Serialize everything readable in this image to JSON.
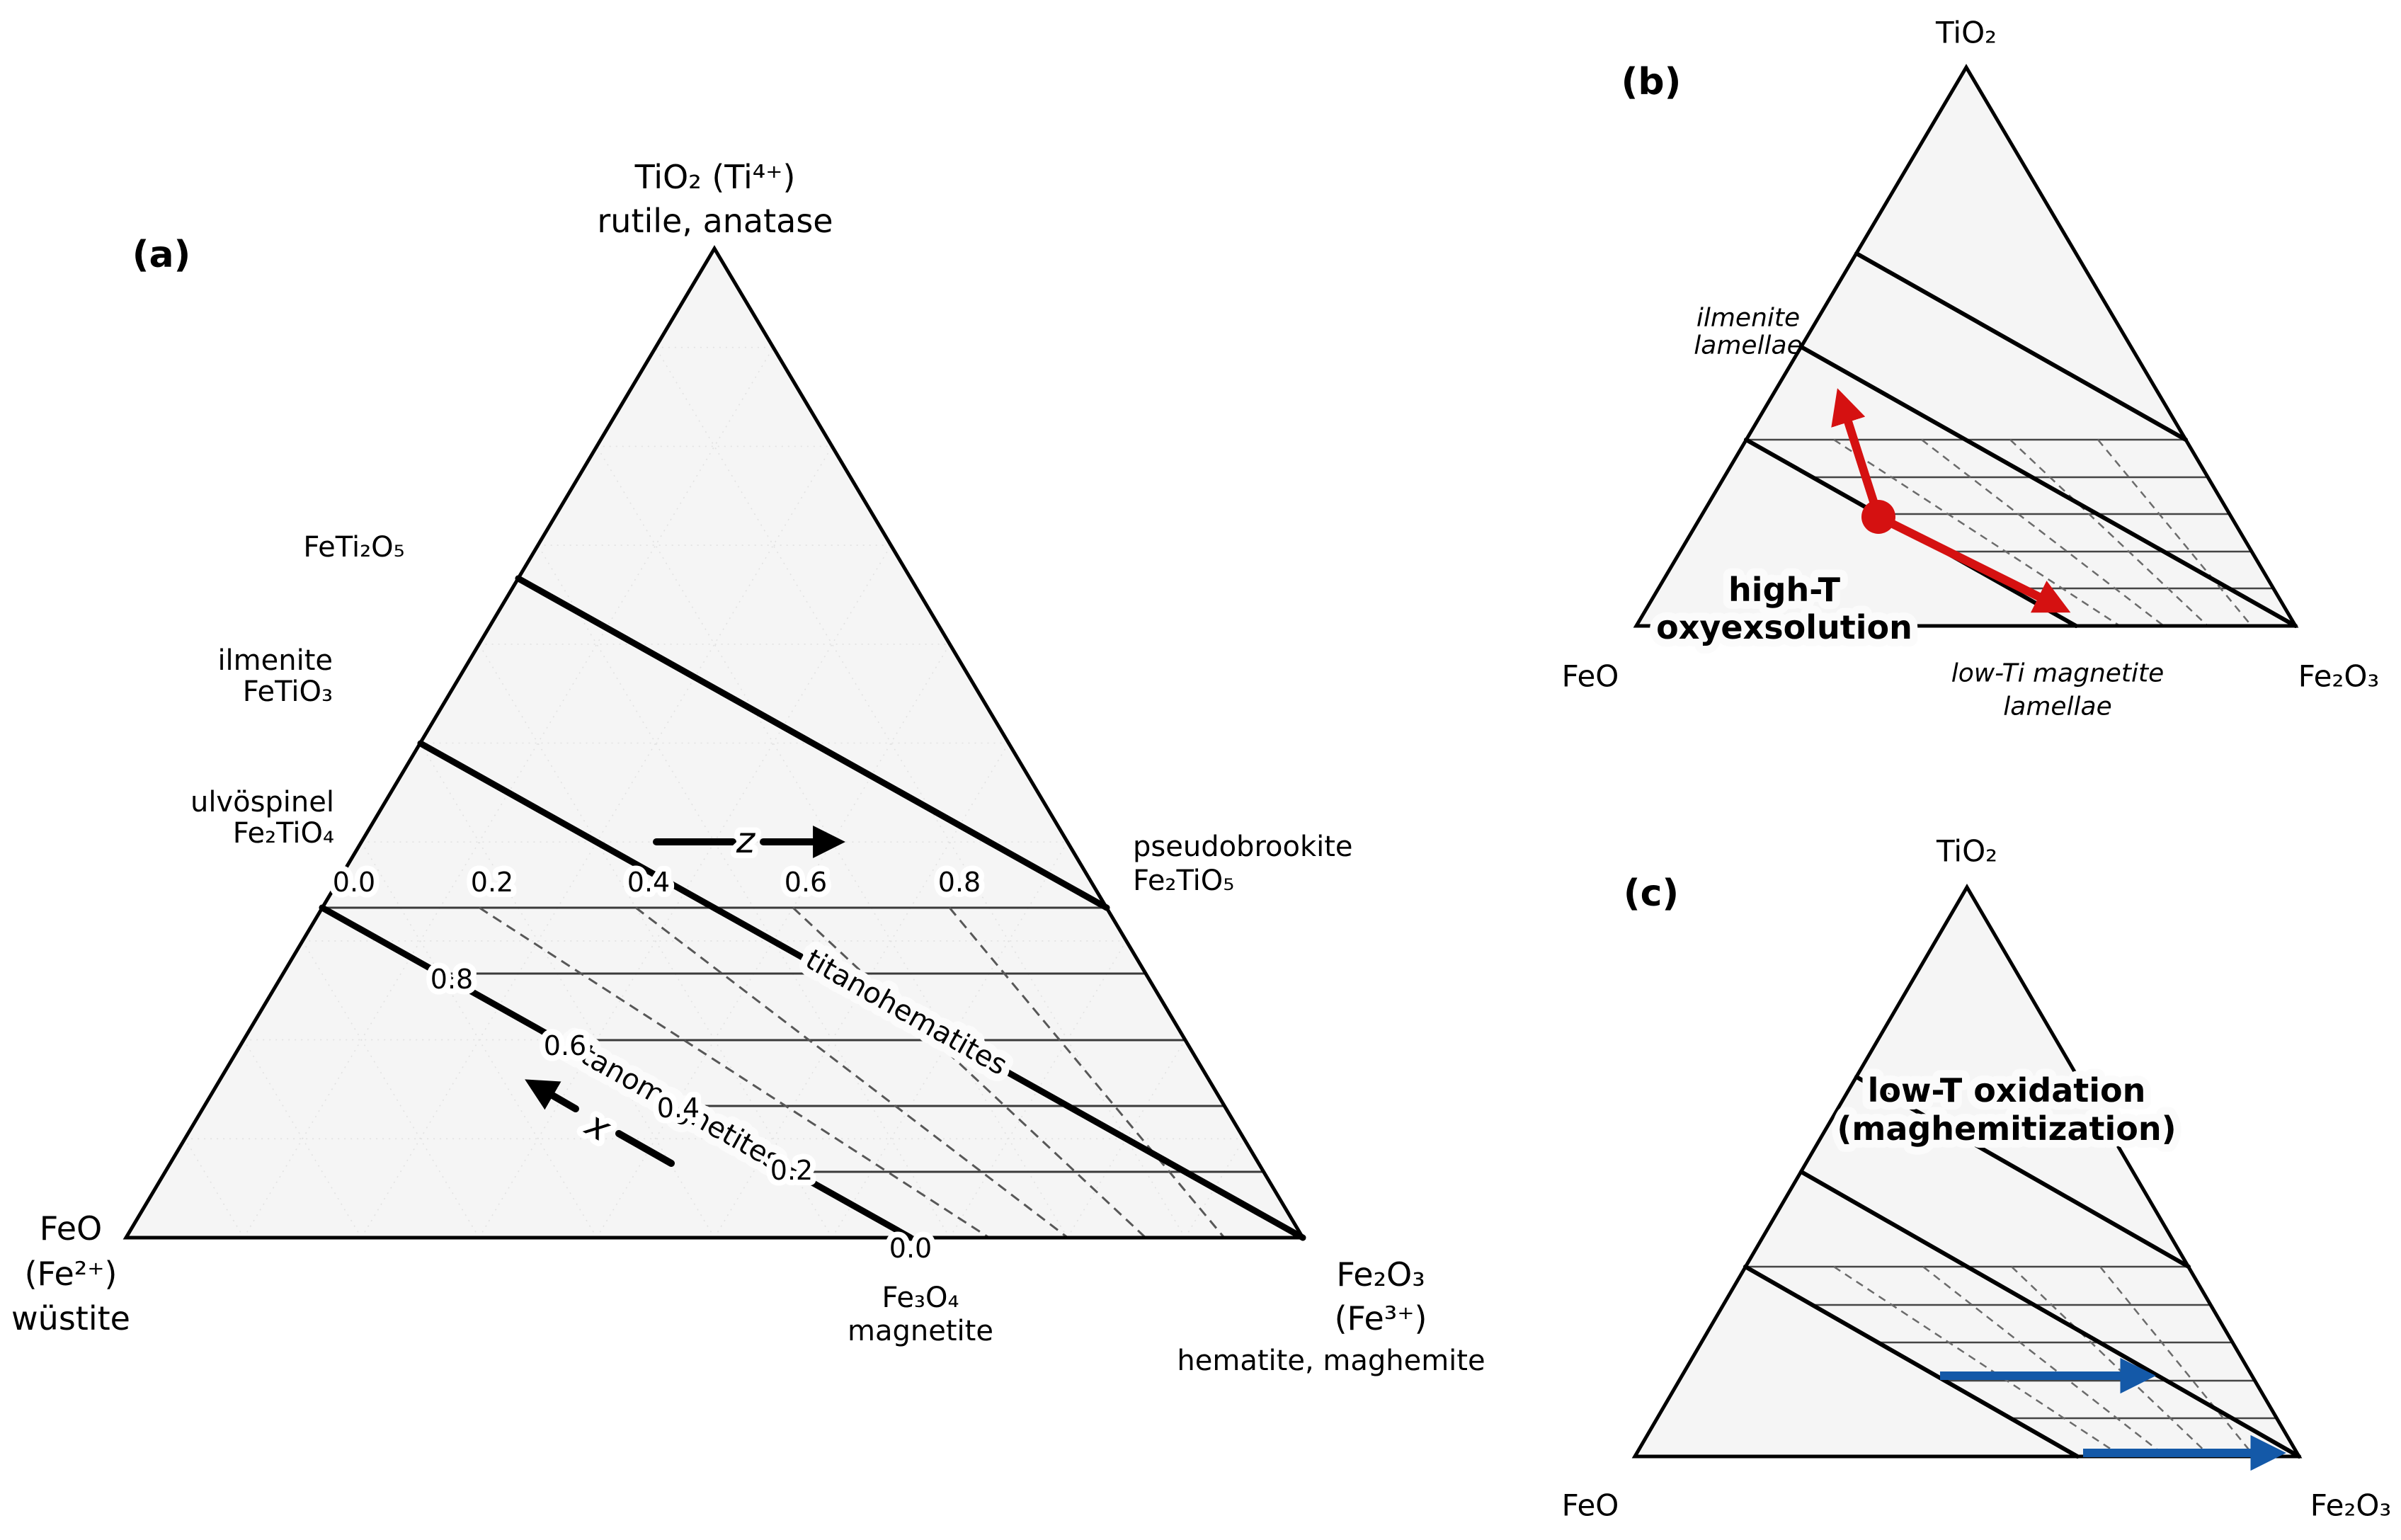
{
  "colors": {
    "red": "#d51111",
    "blue": "#1459a8",
    "triangle_fill": "#f5f5f5",
    "edge_black": "#000000",
    "thin_line_gray": "#3a3a3a",
    "dashed_gray": "#575757"
  },
  "panel_a": {
    "tag": "(a)",
    "apex": {
      "line1": "TiO₂ (Ti⁴⁺)",
      "line2": "rutile, anatase"
    },
    "minerals": {
      "feti2o5": "FeTi₂O₅",
      "ilmenite_name": "ilmenite",
      "ilmenite_formula": "FeTiO₃",
      "ulvospinel_name": "ulvöspinel",
      "ulvospinel_formula": "Fe₂TiO₄",
      "magnetite_formula": "Fe₃O₄",
      "magnetite_name": "magnetite",
      "pseudobrookite_name": "pseudobrookite",
      "pseudobrookite_formula": "Fe₂TiO₅"
    },
    "vertices": {
      "feo": {
        "line1": "FeO",
        "line2": "(Fe²⁺)",
        "line3": "wüstite"
      },
      "fe2o3": {
        "line1": "Fe₂O₃",
        "line2": "(Fe³⁺)",
        "line3": "hematite, maghemite"
      }
    },
    "series": {
      "titanohematites": "titanohematites",
      "titanomagnetites": "titanomagnetites"
    },
    "z_axis": {
      "label": "z",
      "ticks": [
        "0.0",
        "0.2",
        "0.4",
        "0.6",
        "0.8"
      ]
    },
    "x_axis": {
      "label": "x",
      "ticks": [
        "0.8",
        "0.6",
        "0.4",
        "0.2",
        "0.0"
      ]
    }
  },
  "panel_b": {
    "tag": "(b)",
    "vertices": {
      "top": "TiO₂",
      "left": "FeO",
      "right": "Fe₂O₃"
    },
    "annotations": {
      "ilmenite_line1": "ilmenite",
      "ilmenite_line2": "lamellae",
      "process_line1": "high-T",
      "process_line2": "oxyexsolution",
      "magnetite_line1": "low-Ti magnetite",
      "magnetite_line2": "lamellae"
    }
  },
  "panel_c": {
    "tag": "(c)",
    "vertices": {
      "top": "TiO₂",
      "left": "FeO",
      "right": "Fe₂O₃"
    },
    "annotations": {
      "process_line1": "low-T oxidation",
      "process_line2": "(maghemitization)"
    }
  },
  "chart_data": {
    "type": "ternary",
    "system": "FeO–TiO2–Fe2O3 iron-titanium oxides, plotted as cation proportions Fe2+ / Ti4+ / Fe3+",
    "panels": [
      {
        "id": "a",
        "vertices": {
          "top": "TiO2 (Ti4+) rutile, anatase",
          "bottom_left": "FeO (Fe2+) wüstite",
          "bottom_right": "Fe2O3 (Fe3+) hematite, maghemite"
        },
        "compounds": [
          {
            "name": "FeTi2O5",
            "fe2": 0.333,
            "ti": 0.667,
            "fe3": 0.0
          },
          {
            "name": "ilmenite FeTiO3",
            "fe2": 0.5,
            "ti": 0.5,
            "fe3": 0.0
          },
          {
            "name": "ulvöspinel Fe2TiO4",
            "fe2": 0.667,
            "ti": 0.333,
            "fe3": 0.0
          },
          {
            "name": "magnetite Fe3O4",
            "fe2": 0.333,
            "ti": 0.0,
            "fe3": 0.667
          },
          {
            "name": "pseudobrookite Fe2TiO5",
            "fe2": 0.0,
            "ti": 0.333,
            "fe3": 0.667
          }
        ],
        "joins": [
          "FeTi2O5 - Fe2TiO5",
          "titanohematites: FeTiO3 (ilmenite) - Fe2O3 (hematite)",
          "titanomagnetites: Fe2TiO4 (ulvöspinel) - Fe3O4 (magnetite)"
        ],
        "x_ticks_along_titanomagnetite_join": [
          0.8,
          0.6,
          0.4,
          0.2,
          0.0
        ],
        "z_ticks_along_ulvospinel_pseudobrookite_line": [
          0.0,
          0.2,
          0.4,
          0.6,
          0.8
        ],
        "solid_horizontal_lines_constant_Ti": [
          0.333,
          0.267,
          0.2,
          0.133,
          0.067
        ],
        "dashed_constant_z_lines": [
          0.2,
          0.4,
          0.6,
          0.8
        ],
        "grid": "faint dotted ternary mesh at 0.1 spacing"
      },
      {
        "id": "b",
        "process": "high-T oxyexsolution",
        "start_point": "titanomagnetite (x about 0.6) on the ulvöspinel-magnetite join",
        "arrow_1_end": "ilmenite lamellae (on FeTiO3-Fe2O3 join)",
        "arrow_2_end": "low-Ti magnetite lamellae (near Fe3O4 end of join)"
      },
      {
        "id": "c",
        "process": "low-T oxidation (maghemitization)",
        "paths": [
          "horizontal arrow at constant Ti from titanomagnetite join toward titanohematite join",
          "horizontal arrow along base from magnetite toward Fe2O3 (maghemite/hematite)"
        ]
      }
    ]
  }
}
